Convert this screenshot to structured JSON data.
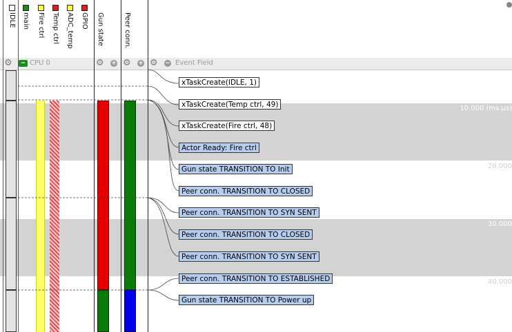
{
  "columns": [
    {
      "label": "IDLE",
      "color": "#ffffff"
    },
    {
      "label": "main",
      "color": "#1a8a1a"
    },
    {
      "label": "Fire ctrl",
      "color": "#ffff33"
    },
    {
      "label": "Temp ctrl",
      "color": "#e21b1b"
    },
    {
      "label": "ADC_temp",
      "color": "#ffff33"
    },
    {
      "label": "GPIO",
      "color": "#e21b1b"
    },
    {
      "label": "Gun state",
      "color": null
    },
    {
      "label": "Peer conn.",
      "color": null
    }
  ],
  "toolbar": {
    "cpu_label": "CPU 0",
    "event_field_label": "Event Field"
  },
  "time_labels": [
    "10.000 (ms.µs)",
    "20.000",
    "30.000",
    "40.000"
  ],
  "events": [
    {
      "text": "xTaskCreate(IDLE, 1)",
      "style": "white"
    },
    {
      "text": "xTaskCreate(Temp ctrl, 49)",
      "style": "white"
    },
    {
      "text": "xTaskCreate(Fire ctrl, 48)",
      "style": "white"
    },
    {
      "text": "Actor Ready: Fire ctrl",
      "style": "blue"
    },
    {
      "text": "Gun state TRANSITION TO Init",
      "style": "blue"
    },
    {
      "text": "Peer conn. TRANSITION TO CLOSED",
      "style": "blue"
    },
    {
      "text": "Peer conn. TRANSITION TO SYN SENT",
      "style": "blue"
    },
    {
      "text": "Peer conn. TRANSITION TO CLOSED",
      "style": "blue"
    },
    {
      "text": "Peer conn. TRANSITION TO SYN SENT",
      "style": "blue"
    },
    {
      "text": "Peer conn. TRANSITION TO ESTABLISHED",
      "style": "blue"
    },
    {
      "text": "Gun state TRANSITION TO Power up",
      "style": "blue"
    }
  ],
  "colors": {
    "gun_state_top": "#e60000",
    "gun_state_bottom": "#0a7a0a",
    "peer_conn_top": "#0a7a0a",
    "peer_conn_bottom": "#0000ee",
    "fire_ctrl": "#ffff66",
    "temp_ctrl_hatch": "#e84b4b",
    "event_blue": "#b7cdf0",
    "band_gray": "#d3d3d3"
  }
}
